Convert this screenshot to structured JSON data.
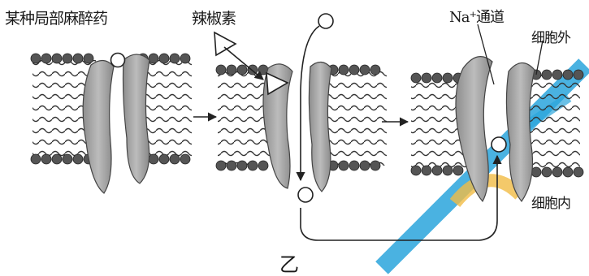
{
  "labels": {
    "anesthetic": "某种局部麻醉药",
    "capsaicin": "辣椒素",
    "na_channel": "Na⁺通道",
    "cell_outside": "细胞外",
    "cell_inside": "细胞内",
    "caption": "乙"
  },
  "colors": {
    "membrane_ink": "#333333",
    "protein_fill": "#a9a9a9",
    "protein_dark": "#7d7d7d",
    "head_fill": "#555555",
    "highlight_blue": "#2aa5dc",
    "highlight_orange": "#f1bb45"
  }
}
